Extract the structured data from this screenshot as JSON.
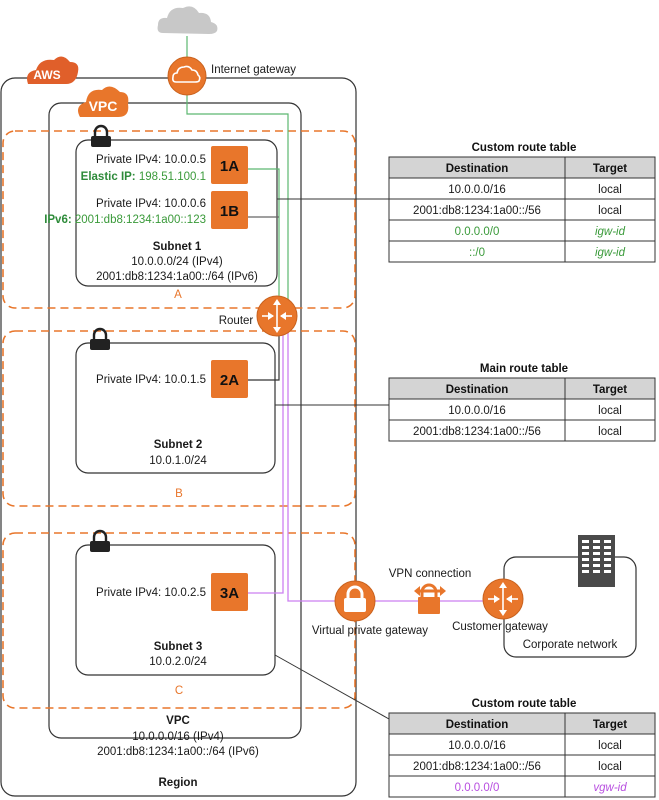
{
  "colors": {
    "aws_orange": "#e8762b",
    "igw_route_green": "#5cb870",
    "vgw_route_purple": "#cc7ff0",
    "table_header_gray": "#d4d4d4",
    "internet_cloud_gray": "#c8c8c8"
  },
  "internet": {
    "icon": "cloud-icon"
  },
  "aws": {
    "tag": "AWS",
    "region_label": "Region"
  },
  "internet_gateway": {
    "label": "Internet gateway",
    "icon": "cloud-icon"
  },
  "vpc": {
    "tag": "VPC",
    "label": "VPC",
    "ipv4_cidr": "10.0.0.0/16 (IPv4)",
    "ipv6_cidr": "2001:db8:1234:1a00::/64 (IPv6)"
  },
  "router": {
    "label": "Router",
    "icon": "router-icon"
  },
  "availability_zones": [
    {
      "label": "A"
    },
    {
      "label": "B"
    },
    {
      "label": "C"
    }
  ],
  "subnets": [
    {
      "name": "Subnet 1",
      "cidr_ipv4": "10.0.0.0/24 (IPv4)",
      "cidr_ipv6": "2001:db8:1234:1a00::/64 (IPv6)",
      "instances": [
        {
          "id": "1A",
          "private_ipv4_label": "Private IPv4: 10.0.0.5",
          "extra_label": "Elastic IP:",
          "extra_value": "198.51.100.1"
        },
        {
          "id": "1B",
          "private_ipv4_label": "Private IPv4: 10.0.0.6",
          "extra_label": "IPv6:",
          "extra_value": "2001:db8:1234:1a00::123"
        }
      ]
    },
    {
      "name": "Subnet 2",
      "cidr_ipv4": "10.0.1.0/24",
      "instances": [
        {
          "id": "2A",
          "private_ipv4_label": "Private IPv4: 10.0.1.5"
        }
      ]
    },
    {
      "name": "Subnet 3",
      "cidr_ipv4": "10.0.2.0/24",
      "instances": [
        {
          "id": "3A",
          "private_ipv4_label": "Private IPv4: 10.0.2.5"
        }
      ]
    }
  ],
  "virtual_private_gateway": {
    "label": "Virtual private gateway",
    "icon": "lock-icon"
  },
  "vpn_connection": {
    "label": "VPN connection",
    "icon": "vpn-lock-icon"
  },
  "customer_gateway": {
    "label": "Customer gateway",
    "icon": "router-icon"
  },
  "corporate_network": {
    "label": "Corporate network",
    "icon": "building-icon"
  },
  "route_tables": [
    {
      "title": "Custom route table",
      "headers": [
        "Destination",
        "Target"
      ],
      "rows": [
        {
          "destination": "10.0.0.0/16",
          "target": "local",
          "style": "normal"
        },
        {
          "destination": "2001:db8:1234:1a00::/56",
          "target": "local",
          "style": "normal"
        },
        {
          "destination": "0.0.0.0/0",
          "target": "igw-id",
          "style": "igw"
        },
        {
          "destination": "::/0",
          "target": "igw-id",
          "style": "igw"
        }
      ]
    },
    {
      "title": "Main route table",
      "headers": [
        "Destination",
        "Target"
      ],
      "rows": [
        {
          "destination": "10.0.0.0/16",
          "target": "local",
          "style": "normal"
        },
        {
          "destination": "2001:db8:1234:1a00::/56",
          "target": "local",
          "style": "normal"
        }
      ]
    },
    {
      "title": "Custom route table",
      "headers": [
        "Destination",
        "Target"
      ],
      "rows": [
        {
          "destination": "10.0.0.0/16",
          "target": "local",
          "style": "normal"
        },
        {
          "destination": "2001:db8:1234:1a00::/56",
          "target": "local",
          "style": "normal"
        },
        {
          "destination": "0.0.0.0/0",
          "target": "vgw-id",
          "style": "vgw"
        }
      ]
    }
  ]
}
